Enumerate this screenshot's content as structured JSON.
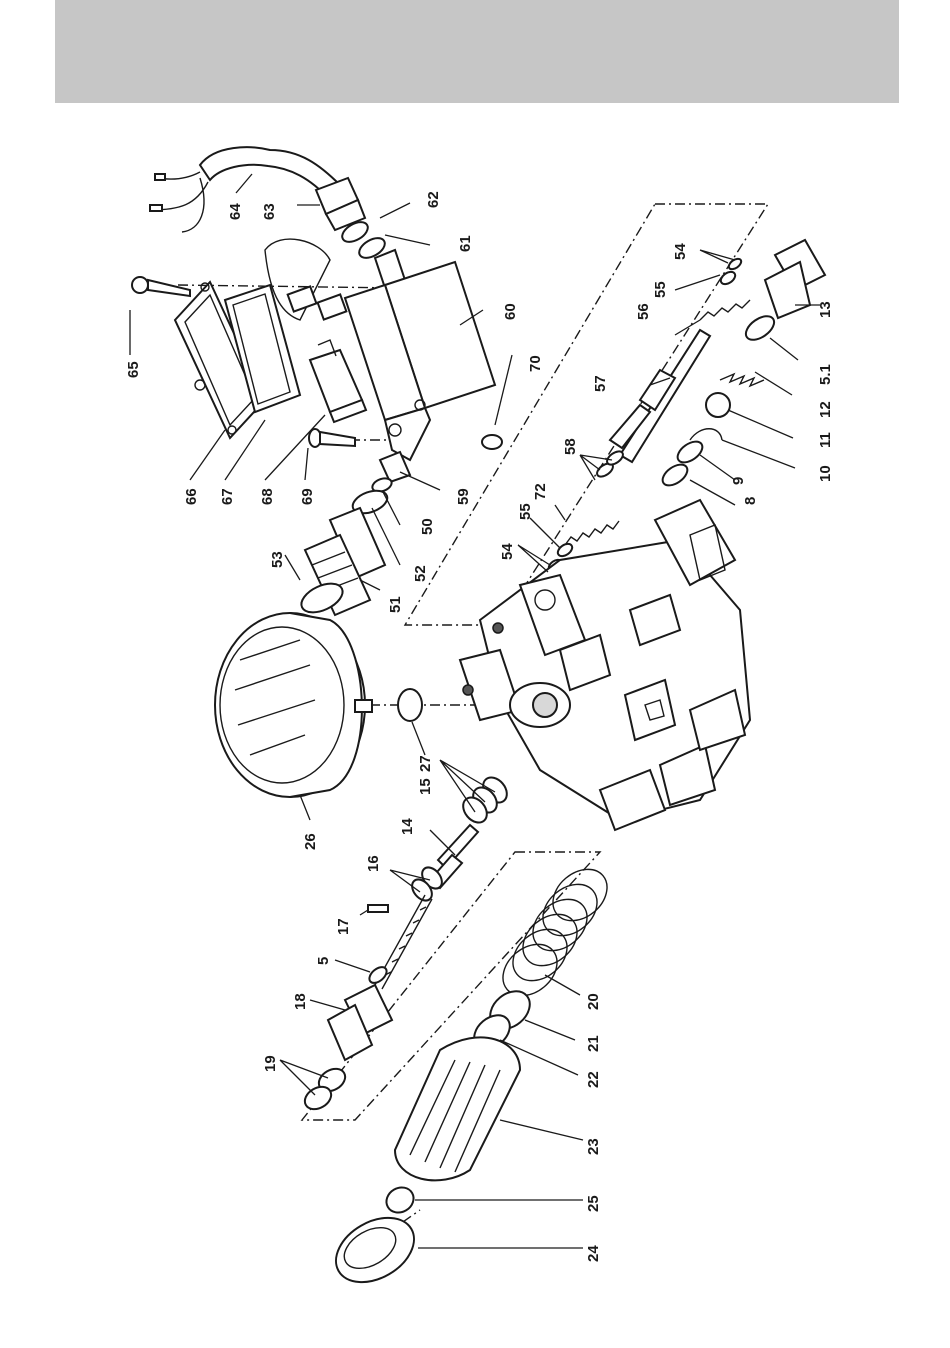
{
  "part_labels": [
    {
      "id": "p64",
      "text": "64"
    },
    {
      "id": "p63",
      "text": "63"
    },
    {
      "id": "p62",
      "text": "62"
    },
    {
      "id": "p61",
      "text": "61"
    },
    {
      "id": "p65",
      "text": "65"
    },
    {
      "id": "p60",
      "text": "60"
    },
    {
      "id": "p70",
      "text": "70"
    },
    {
      "id": "p66",
      "text": "66"
    },
    {
      "id": "p67",
      "text": "67"
    },
    {
      "id": "p68",
      "text": "68"
    },
    {
      "id": "p69",
      "text": "69"
    },
    {
      "id": "p59",
      "text": "59"
    },
    {
      "id": "p50",
      "text": "50"
    },
    {
      "id": "p52",
      "text": "52"
    },
    {
      "id": "p51",
      "text": "51"
    },
    {
      "id": "p53",
      "text": "53"
    },
    {
      "id": "p54a",
      "text": "54"
    },
    {
      "id": "p55a",
      "text": "55"
    },
    {
      "id": "p56",
      "text": "56"
    },
    {
      "id": "p57",
      "text": "57"
    },
    {
      "id": "p58",
      "text": "58"
    },
    {
      "id": "p72",
      "text": "72"
    },
    {
      "id": "p55b",
      "text": "55"
    },
    {
      "id": "p54b",
      "text": "54"
    },
    {
      "id": "p13",
      "text": "13"
    },
    {
      "id": "p5_1",
      "text": "5.1"
    },
    {
      "id": "p12",
      "text": "12"
    },
    {
      "id": "p11",
      "text": "11"
    },
    {
      "id": "p10",
      "text": "10"
    },
    {
      "id": "p9",
      "text": "9"
    },
    {
      "id": "p8",
      "text": "8"
    },
    {
      "id": "p26",
      "text": "26"
    },
    {
      "id": "p27",
      "text": "27"
    },
    {
      "id": "p15",
      "text": "15"
    },
    {
      "id": "p14",
      "text": "14"
    },
    {
      "id": "p16",
      "text": "16"
    },
    {
      "id": "p17",
      "text": "17"
    },
    {
      "id": "p5",
      "text": "5"
    },
    {
      "id": "p18",
      "text": "18"
    },
    {
      "id": "p19",
      "text": "19"
    },
    {
      "id": "p20",
      "text": "20"
    },
    {
      "id": "p21",
      "text": "21"
    },
    {
      "id": "p22",
      "text": "22"
    },
    {
      "id": "p23",
      "text": "23"
    },
    {
      "id": "p25",
      "text": "25"
    },
    {
      "id": "p24",
      "text": "24"
    }
  ]
}
